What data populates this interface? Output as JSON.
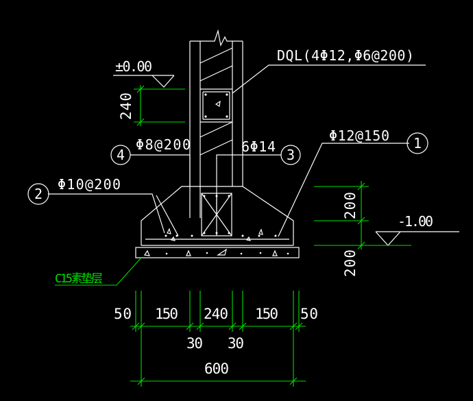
{
  "labels": {
    "dql": "DQL(4Φ12,Φ6@200)",
    "elev_top": "±0.00",
    "elev_bottom": "-1.00",
    "phi8": "Φ8@200",
    "phi10": "Φ10@200",
    "bars_6phi14": "6Φ14",
    "phi12": "Φ12@150",
    "c15": "C15素垫层",
    "n1": "1",
    "n2": "2",
    "n3": "3",
    "n4": "4"
  },
  "dims": {
    "d240_vertical": "240",
    "d200_upper": "200",
    "d200_lower": "200",
    "d50_left": "50",
    "d150_left": "150",
    "d240": "240",
    "d150_right": "150",
    "d50_right": "50",
    "d30_left": "30",
    "d30_right": "30",
    "d600": "600"
  },
  "colors": {
    "background": "#000000",
    "drawing": "#ffffff",
    "dimension": "#00e000"
  }
}
